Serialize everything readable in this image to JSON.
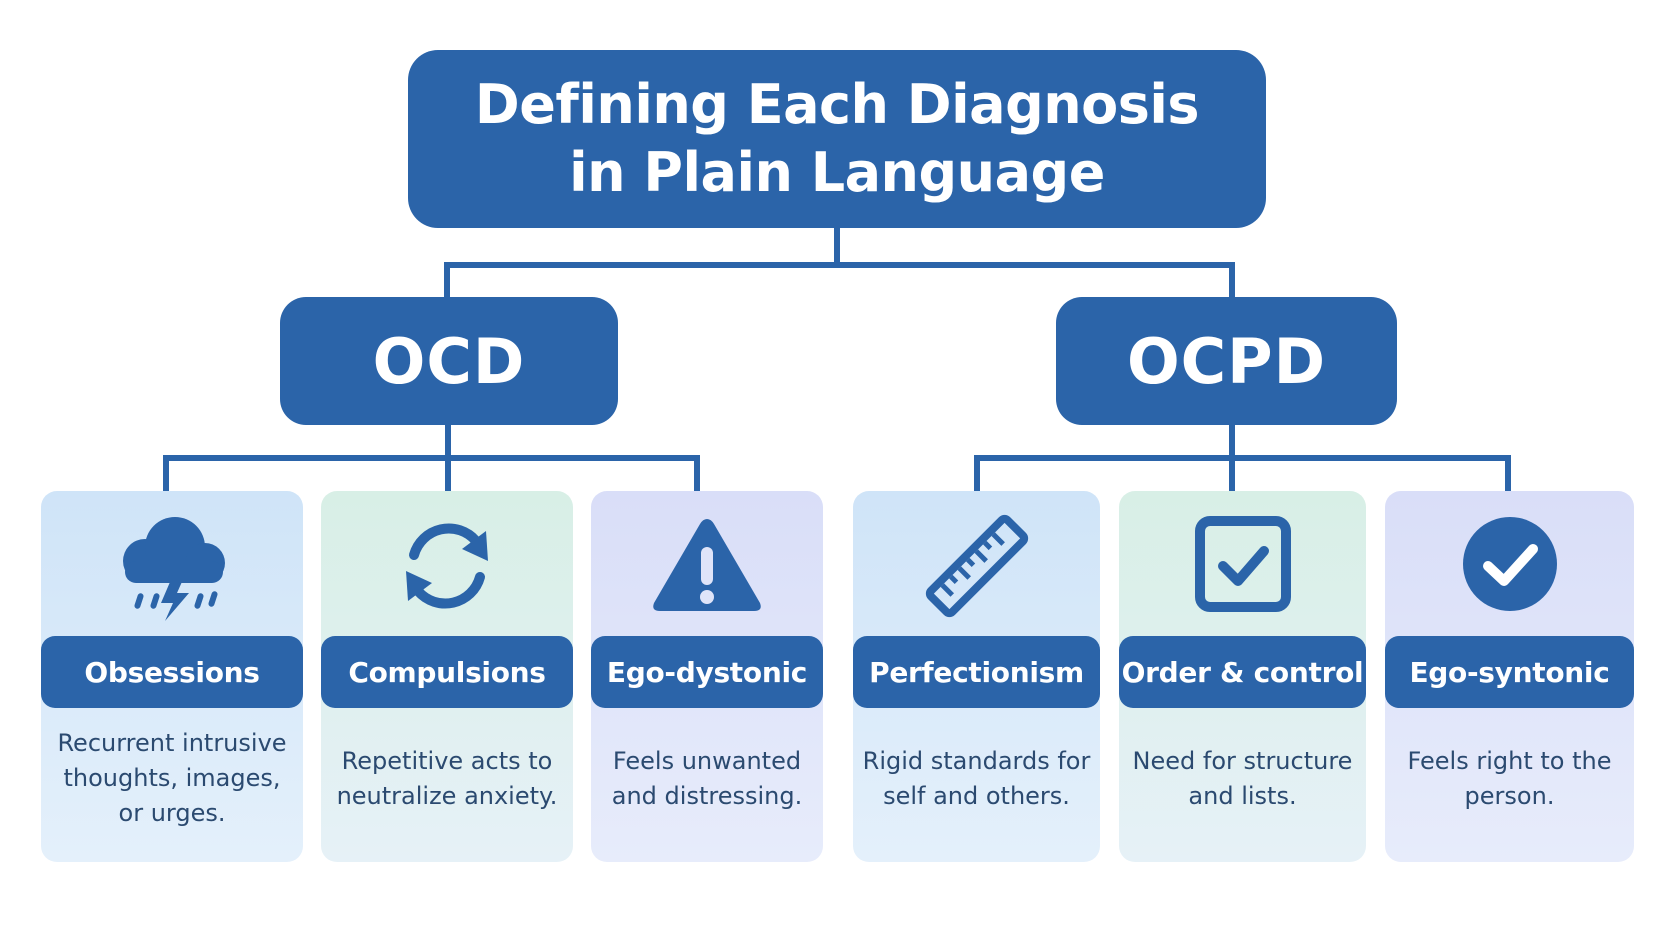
{
  "title": "Defining Each Diagnosis\nin Plain Language",
  "colors": {
    "primary": "#2b64a9",
    "text_on_primary": "#ffffff",
    "desc_text": "#2b4a70"
  },
  "groups": [
    {
      "label": "OCD",
      "items": [
        {
          "label": "Obsessions",
          "description": "Recurrent intrusive thoughts, images, or urges.",
          "icon": "storm-cloud-icon"
        },
        {
          "label": "Compulsions",
          "description": "Repetitive acts to neutralize anxiety.",
          "icon": "refresh-cycle-icon"
        },
        {
          "label": "Ego-dystonic",
          "description": "Feels unwanted and distressing.",
          "icon": "warning-triangle-icon"
        }
      ]
    },
    {
      "label": "OCPD",
      "items": [
        {
          "label": "Perfectionism",
          "description": "Rigid standards for self and others.",
          "icon": "ruler-icon"
        },
        {
          "label": "Order & control",
          "description": "Need for structure and lists.",
          "icon": "checkbox-icon"
        },
        {
          "label": "Ego-syntonic",
          "description": "Feels right to the person.",
          "icon": "check-circle-icon"
        }
      ]
    }
  ]
}
